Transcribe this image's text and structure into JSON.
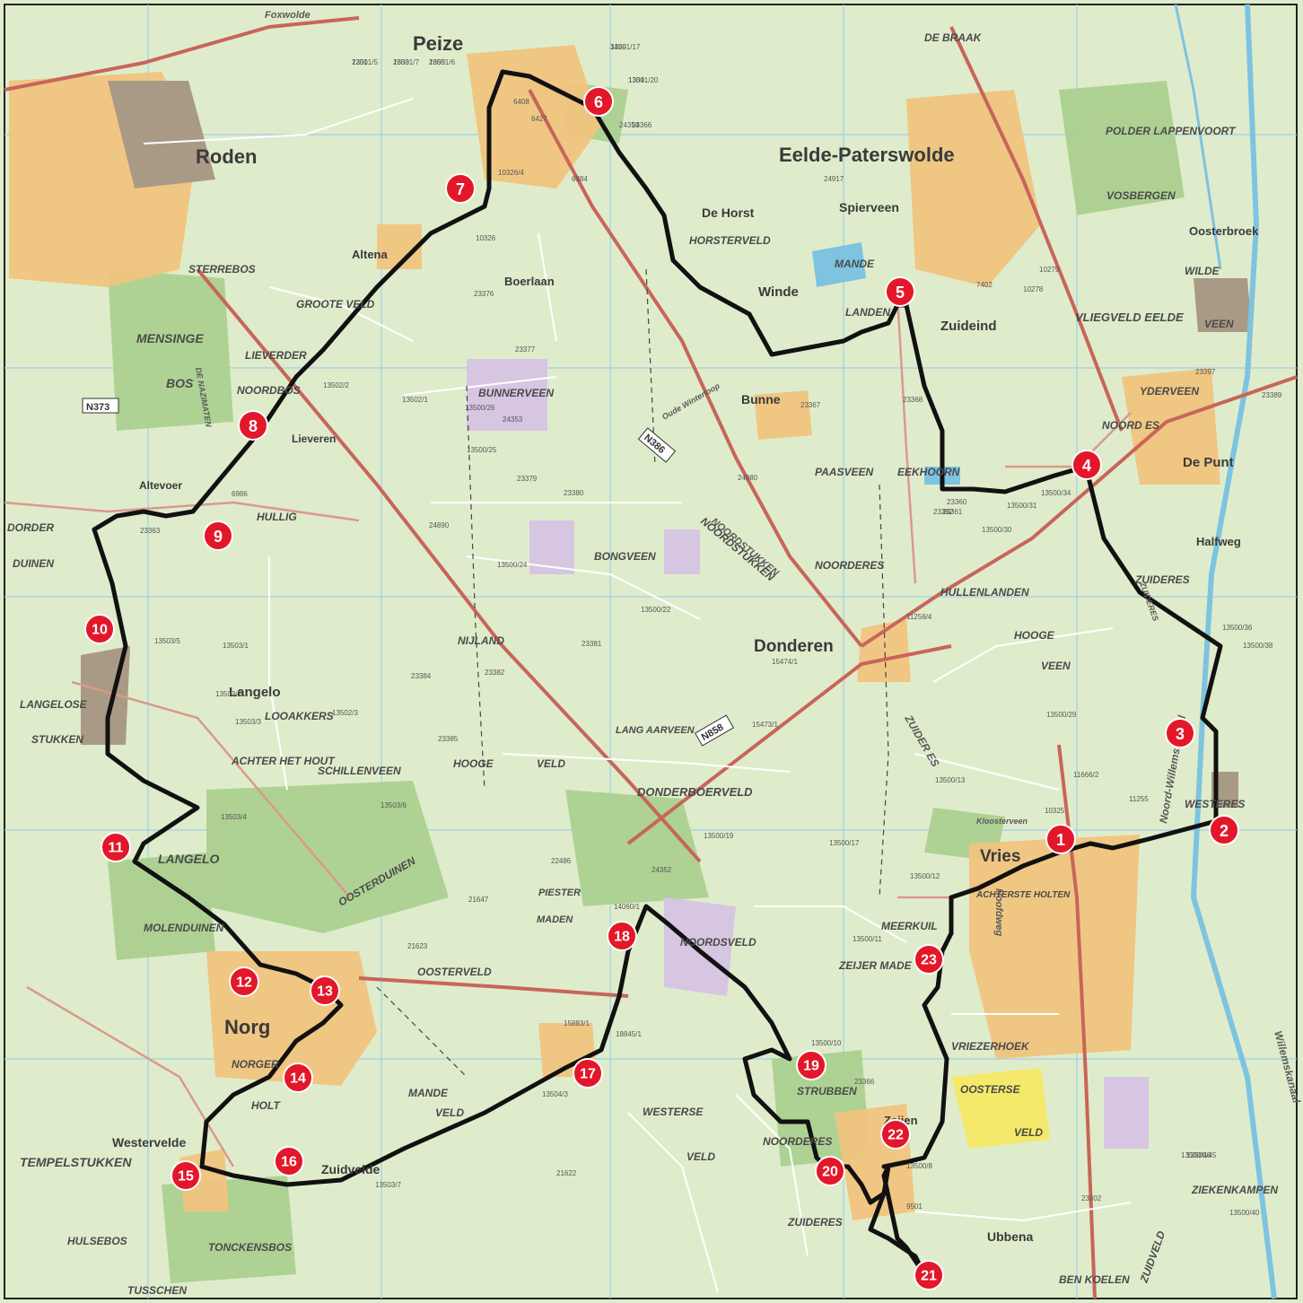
{
  "map": {
    "route_color": "#111111",
    "marker_color": "#e3172a",
    "marker_text_color": "#ffffff",
    "colors": {
      "background": "#dfeccb",
      "forest": "#a9cf8e",
      "urban": "#f0c47e",
      "industrial": "#a99a86",
      "main_road": "#c8655a",
      "secondary_road": "#d99a8c",
      "minor_road": "#ffffff",
      "water": "#7ec3e0",
      "grid_line": "#9fd0e8",
      "heath": "#d6c6e2",
      "field": "#f4e96a"
    },
    "towns": [
      {
        "id": "peize",
        "label": "Peize"
      },
      {
        "id": "roden",
        "label": "Roden"
      },
      {
        "id": "eelde",
        "label": "Eelde-Paterswolde"
      },
      {
        "id": "norg",
        "label": "Norg"
      },
      {
        "id": "vries",
        "label": "Vries"
      },
      {
        "id": "donderen",
        "label": "Donderen"
      },
      {
        "id": "langelo",
        "label": "Langelo"
      },
      {
        "id": "winde",
        "label": "Winde"
      },
      {
        "id": "bunne",
        "label": "Bunne"
      },
      {
        "id": "zuideind",
        "label": "Zuideind"
      },
      {
        "id": "depunt",
        "label": "De Punt"
      },
      {
        "id": "dehorst",
        "label": "De Horst"
      },
      {
        "id": "spierveen",
        "label": "Spierveen"
      },
      {
        "id": "altena",
        "label": "Altena"
      },
      {
        "id": "boerlaan",
        "label": "Boerlaan"
      },
      {
        "id": "oosterbroek",
        "label": "Oosterbroek"
      },
      {
        "id": "ubbena",
        "label": "Ubbena"
      },
      {
        "id": "zuidvelde",
        "label": "Zuidvelde"
      },
      {
        "id": "westervelde",
        "label": "Westervelde"
      },
      {
        "id": "halfweg",
        "label": "Halfweg"
      },
      {
        "id": "lieveren",
        "label": "Lieveren"
      },
      {
        "id": "altevoer",
        "label": "Altevoer"
      },
      {
        "id": "zeijen",
        "label": "Zeijen"
      }
    ],
    "areas": [
      {
        "id": "debraak",
        "label": "DE BRAAK"
      },
      {
        "id": "polderlappenvoort",
        "label": "POLDER LAPPENVOORT"
      },
      {
        "id": "vosbergen",
        "label": "VOSBERGEN"
      },
      {
        "id": "wilde",
        "label": "WILDE"
      },
      {
        "id": "veen",
        "label": "VEEN"
      },
      {
        "id": "vliegveld",
        "label": "VLIEGVELD EELDE"
      },
      {
        "id": "yderveen",
        "label": "YDERVEEN"
      },
      {
        "id": "noordes",
        "label": "NOORD ES"
      },
      {
        "id": "mande",
        "label": "MANDE"
      },
      {
        "id": "landen",
        "label": "LANDEN"
      },
      {
        "id": "horsterveld",
        "label": "HORSTERVELD"
      },
      {
        "id": "sterrebos",
        "label": "STERREBOS"
      },
      {
        "id": "grooteveld",
        "label": "GROOTE VELD"
      },
      {
        "id": "mensinge",
        "label": "MENSINGE"
      },
      {
        "id": "bos",
        "label": "BOS"
      },
      {
        "id": "lieverder",
        "label": "LIEVERDER"
      },
      {
        "id": "noordbos",
        "label": "NOORDBOS"
      },
      {
        "id": "bunnerveen",
        "label": "BUNNERVEEN"
      },
      {
        "id": "paasveen",
        "label": "PAASVEEN"
      },
      {
        "id": "eekhoorn",
        "label": "EEKHOORN"
      },
      {
        "id": "hullig",
        "label": "HULLIG"
      },
      {
        "id": "bongveen",
        "label": "BONGVEEN"
      },
      {
        "id": "noorderes",
        "label": "NOORDERES"
      },
      {
        "id": "hullenlanden",
        "label": "HULLENLANDEN"
      },
      {
        "id": "zuideres",
        "label": "ZUIDERES"
      },
      {
        "id": "hoogeveen",
        "label": "HOOGE"
      },
      {
        "id": "veen2",
        "label": "VEEN"
      },
      {
        "id": "noordstukken",
        "label": "NOORDSTUKKEN"
      },
      {
        "id": "nijland",
        "label": "NIJLAND"
      },
      {
        "id": "looakkers",
        "label": "LOOAKKERS"
      },
      {
        "id": "achterhethout",
        "label": "ACHTER HET HOUT"
      },
      {
        "id": "schillenveen",
        "label": "SCHILLENVEEN"
      },
      {
        "id": "hooge",
        "label": "HOOGE"
      },
      {
        "id": "veld",
        "label": "VELD"
      },
      {
        "id": "donderboerveld",
        "label": "DONDERBOERVELD"
      },
      {
        "id": "langarveen",
        "label": "LANG AARVEEN"
      },
      {
        "id": "westeres",
        "label": "WESTERES"
      },
      {
        "id": "langelo2",
        "label": "LANGELO"
      },
      {
        "id": "molenduinen",
        "label": "MOLENDUINEN"
      },
      {
        "id": "oosterduinen",
        "label": "OOSTERDUINEN"
      },
      {
        "id": "oosterveld",
        "label": "OOSTERVELD"
      },
      {
        "id": "piester",
        "label": "PIESTER"
      },
      {
        "id": "maden",
        "label": "MADEN"
      },
      {
        "id": "noordsveld",
        "label": "NOORDSVELD"
      },
      {
        "id": "zeijermade",
        "label": "ZEIJER MADE"
      },
      {
        "id": "meerkuil",
        "label": "MEERKUIL"
      },
      {
        "id": "achterste",
        "label": "ACHTERSTE HOLTEN"
      },
      {
        "id": "vriezerhoek",
        "label": "VRIEZERHOEK"
      },
      {
        "id": "oosterse",
        "label": "OOSTERSE"
      },
      {
        "id": "veld3",
        "label": "VELD"
      },
      {
        "id": "strubben",
        "label": "STRUBBEN"
      },
      {
        "id": "noorderes2",
        "label": "NOORDERES"
      },
      {
        "id": "zuideres2",
        "label": "ZUIDERES"
      },
      {
        "id": "norger",
        "label": "NORGER"
      },
      {
        "id": "holt",
        "label": "HOLT"
      },
      {
        "id": "mande2",
        "label": "MANDE"
      },
      {
        "id": "velde",
        "label": "VELD"
      },
      {
        "id": "westerse",
        "label": "WESTERSE"
      },
      {
        "id": "veld4",
        "label": "VELD"
      },
      {
        "id": "tempelstukken",
        "label": "TEMPELSTUKKEN"
      },
      {
        "id": "hulsebos",
        "label": "HULSEBOS"
      },
      {
        "id": "tonckensbos",
        "label": "TONCKENSBOS"
      },
      {
        "id": "tusschen",
        "label": "TUSSCHEN"
      },
      {
        "id": "langelose",
        "label": "LANGELOSE"
      },
      {
        "id": "stukken",
        "label": "STUKKEN"
      },
      {
        "id": "dorder",
        "label": "DORDER"
      },
      {
        "id": "duinen",
        "label": "DUINEN"
      },
      {
        "id": "ziekenkampen",
        "label": "ZIEKENKAMPEN"
      },
      {
        "id": "benkoelen",
        "label": "BEN KOELEN"
      },
      {
        "id": "zuidveld",
        "label": "ZUIDVELD"
      }
    ],
    "streets": [
      {
        "id": "s1",
        "label": "Foxwolde"
      },
      {
        "id": "s2",
        "label": "NOORDSTUKKEN"
      },
      {
        "id": "s3",
        "label": "Hoofdweg"
      },
      {
        "id": "s4",
        "label": "Noord-Willemskanaal"
      },
      {
        "id": "s5",
        "label": "Willemskanaal"
      },
      {
        "id": "s6",
        "label": "DE NAZIMATEN"
      },
      {
        "id": "s7",
        "label": "ZUIDERES"
      },
      {
        "id": "s8",
        "label": "ZUIDER ES"
      },
      {
        "id": "s9",
        "label": "Oude Winterloop"
      },
      {
        "id": "s10",
        "label": "Kloosterveen"
      }
    ],
    "roads": [
      {
        "id": "n373",
        "label": "N373"
      },
      {
        "id": "n386",
        "label": "N386"
      },
      {
        "id": "n858",
        "label": "N858"
      }
    ],
    "codes": [
      "13501/17",
      "13501/20",
      "13501/5",
      "13501/7",
      "13501/6",
      "23366",
      "10326/4",
      "10326",
      "23376",
      "23377",
      "13500/26",
      "13500/25",
      "23379",
      "23380",
      "24890",
      "13500/24",
      "13500/22",
      "23381",
      "23382",
      "23384",
      "23385",
      "15473/1",
      "15474/1",
      "11256/4",
      "13500/34",
      "13500/31",
      "13500/30",
      "13500/36",
      "13500/38",
      "13500/29",
      "11666/2",
      "11255",
      "13500/13",
      "13500/12",
      "13500/11",
      "13500/17",
      "13500/19",
      "13500/10",
      "13500/8",
      "13500/48",
      "13500/45",
      "13500/40",
      "13502/1",
      "13502/2",
      "13502/3",
      "13503/1",
      "13503/2",
      "13503/3",
      "13503/4",
      "13503/5",
      "13503/6",
      "13503/7",
      "13504/3",
      "15883/1",
      "18845/1",
      "14060/1",
      "21622",
      "21623",
      "21647",
      "22486",
      "23360",
      "23361",
      "23362",
      "23363",
      "24352",
      "24353",
      "24354",
      "24917",
      "24980",
      "23367",
      "23368",
      "6408",
      "6427",
      "6984",
      "6986",
      "7402",
      "10278",
      "10279",
      "10325",
      "23389",
      "23397",
      "23302",
      "23366",
      "9501",
      "3429",
      "1304",
      "2201",
      "2803",
      "2805"
    ],
    "markers": [
      {
        "n": "1"
      },
      {
        "n": "2"
      },
      {
        "n": "3"
      },
      {
        "n": "4"
      },
      {
        "n": "5"
      },
      {
        "n": "6"
      },
      {
        "n": "7"
      },
      {
        "n": "8"
      },
      {
        "n": "9"
      },
      {
        "n": "10"
      },
      {
        "n": "11"
      },
      {
        "n": "12"
      },
      {
        "n": "13"
      },
      {
        "n": "14"
      },
      {
        "n": "15"
      },
      {
        "n": "16"
      },
      {
        "n": "17"
      },
      {
        "n": "18"
      },
      {
        "n": "19"
      },
      {
        "n": "20"
      },
      {
        "n": "21"
      },
      {
        "n": "22"
      },
      {
        "n": "23"
      }
    ]
  }
}
